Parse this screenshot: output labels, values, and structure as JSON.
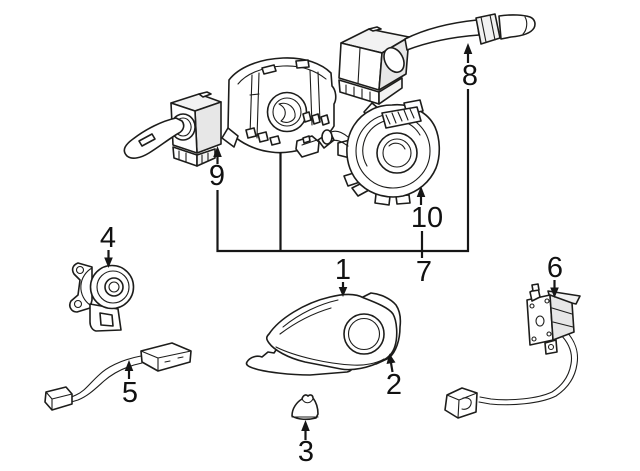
{
  "diagram": {
    "background": "#ffffff",
    "line_color": "#1d1d1b",
    "callouts": {
      "c1": "1",
      "c2": "2",
      "c3": "3",
      "c4": "4",
      "c5": "5",
      "c6": "6",
      "c7": "7",
      "c8": "8",
      "c9": "9",
      "c10": "10"
    }
  }
}
